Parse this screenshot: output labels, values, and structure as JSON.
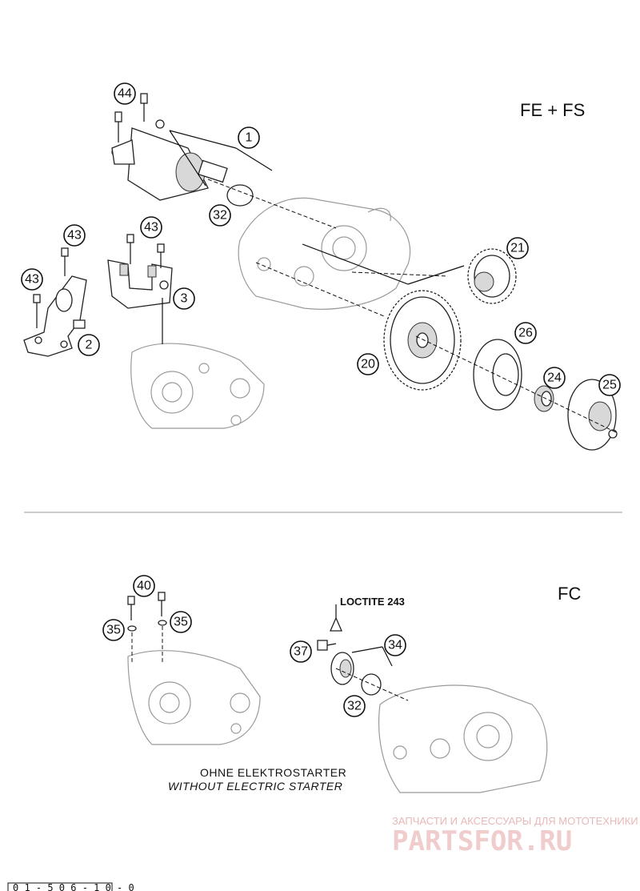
{
  "sections": {
    "top_label": "FE + FS",
    "bottom_label": "FC"
  },
  "callouts": {
    "c44": "44",
    "c1": "1",
    "c32a": "32",
    "c43a": "43",
    "c43b": "43",
    "c43c": "43",
    "c3": "3",
    "c2": "2",
    "c21": "21",
    "c26": "26",
    "c20": "20",
    "c24": "24",
    "c25": "25",
    "c40": "40",
    "c35a": "35",
    "c35b": "35",
    "c37": "37",
    "c34": "34",
    "c32b": "32"
  },
  "notes": {
    "loctite": "LOCTITE 243",
    "caption_de": "OHNE ELEKTROSTARTER",
    "caption_en": "WITHOUT ELECTRIC STARTER"
  },
  "watermark": {
    "line1": "ЗАПЧАСТИ И АКСЕССУАРЫ ДЛЯ МОТОТЕХНИКИ",
    "line2": "PARTSFOR.RU"
  },
  "footer_code": "0 1 - 5 0 6 - 1 0 - 0",
  "colors": {
    "ink": "#111111",
    "ghost": "#9a9a9a",
    "watermark": "#e9b8b8"
  }
}
